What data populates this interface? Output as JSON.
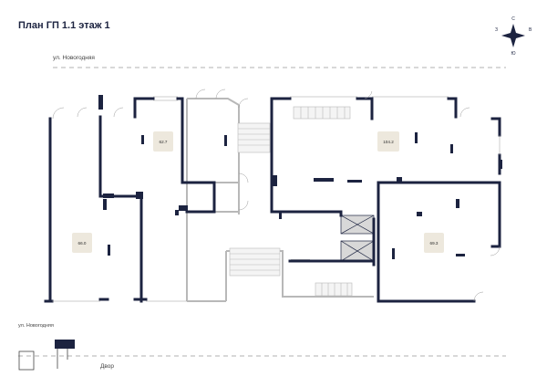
{
  "title": "План ГП 1.1 этаж 1",
  "street_top": "ул. Новогодняя",
  "street_bottom": "ул. Новогодняя",
  "yard": "Двор",
  "compass": {
    "letters": [
      "С",
      "З",
      "В",
      "Ю"
    ]
  },
  "rooms": [
    {
      "name": "room-62-7",
      "area": "62.7"
    },
    {
      "name": "room-104-2",
      "area": "104.2"
    },
    {
      "name": "room-66-0",
      "area": "66.0"
    },
    {
      "name": "room-69-3",
      "area": "69.3"
    }
  ],
  "colors": {
    "wall": "#1c2340",
    "grey_wall": "#b8b8b8",
    "room_tag": "#ede8dd",
    "text": "#1c2340"
  }
}
